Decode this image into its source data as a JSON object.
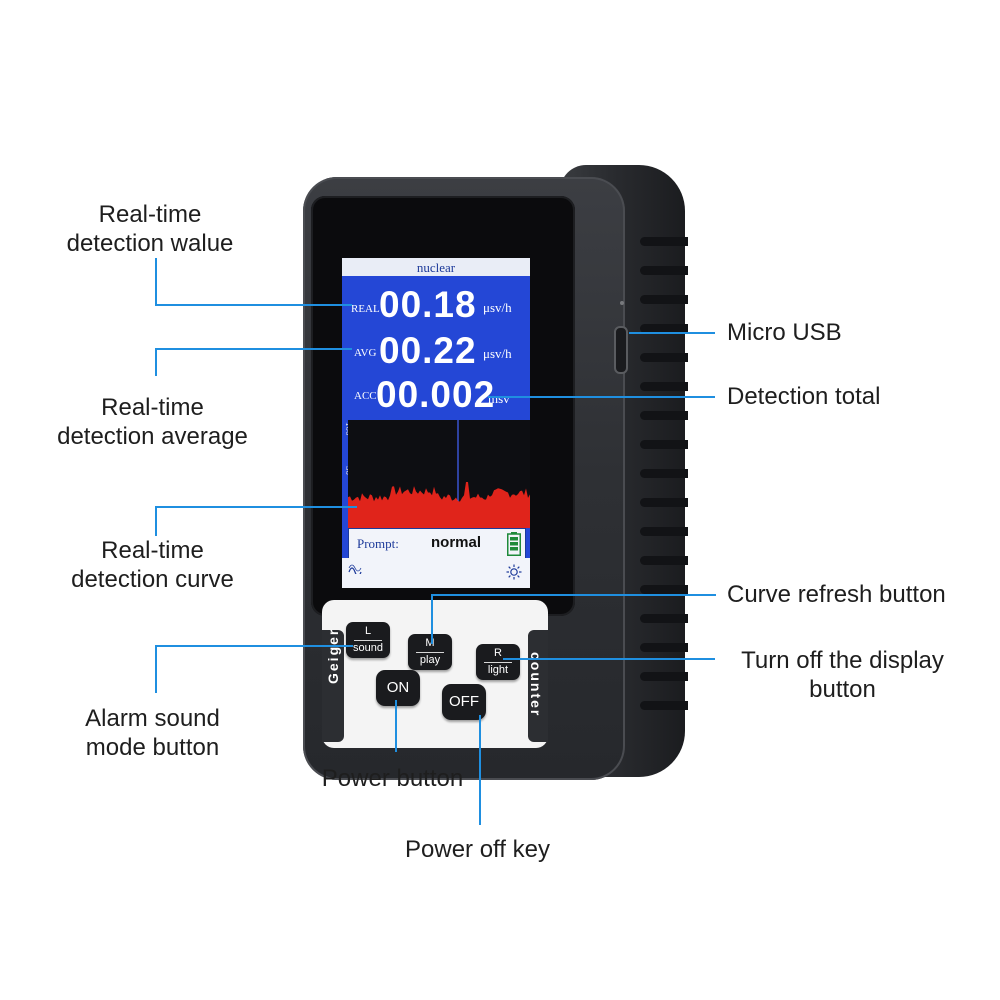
{
  "screen": {
    "title": "nuclear",
    "real": {
      "label": "REAL",
      "value": "00.18",
      "unit": "μsv/h"
    },
    "avg": {
      "label": "AVG",
      "value": "00.22",
      "unit": "μsv/h"
    },
    "acc": {
      "label": "ACC",
      "value": "00.002",
      "unit": "msv"
    },
    "graph": {
      "tick_high": "100",
      "tick_mid": "50"
    },
    "prompt_label": "Prompt:",
    "prompt_value": "normal"
  },
  "keypad": {
    "side_left": "Geiger",
    "side_right": "counter",
    "key_l": {
      "top": "L",
      "bottom": "sound"
    },
    "key_m": {
      "top": "M",
      "bottom": "play"
    },
    "key_r": {
      "top": "R",
      "bottom": "light"
    },
    "power_on": "ON",
    "power_off": "OFF"
  },
  "callouts": {
    "realtime_value": [
      "Real-time",
      "detection walue"
    ],
    "realtime_average": [
      "Real-time",
      "detection average"
    ],
    "realtime_curve": [
      "Real-time",
      "detection curve"
    ],
    "alarm_sound": [
      "Alarm sound",
      "mode button"
    ],
    "power_button": "Power button",
    "power_off_key": "Power off key",
    "micro_usb": "Micro USB",
    "detection_total": "Detection total",
    "curve_refresh": "Curve refresh button",
    "turn_off_display": [
      "Turn off the display",
      "button"
    ]
  },
  "colors": {
    "lcd_blue": "#2447d6",
    "leader_line": "#1f8fe0",
    "curve_red": "#e0241b",
    "battery_green": "#1e8a3a"
  }
}
